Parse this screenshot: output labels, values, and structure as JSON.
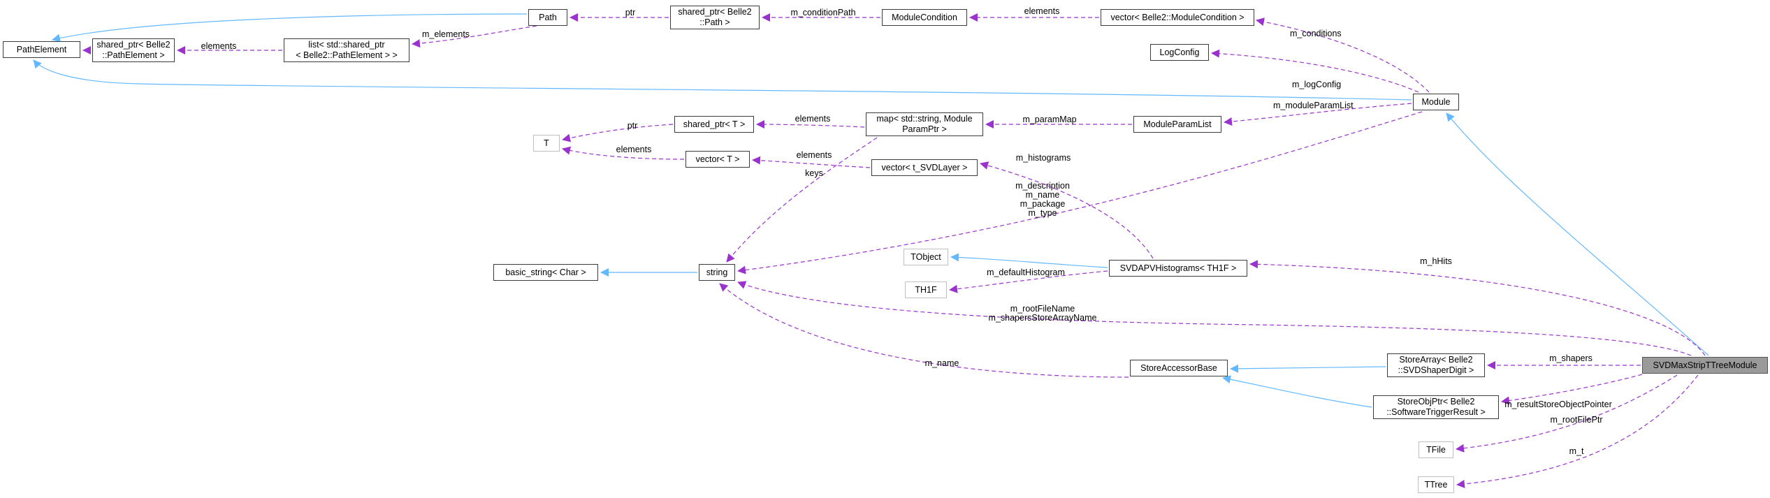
{
  "nodes": [
    {
      "id": "PathElement",
      "lines": [
        "PathElement"
      ]
    },
    {
      "id": "SharedPtrPathElement",
      "lines": [
        "shared_ptr< Belle2",
        "::PathElement >"
      ]
    },
    {
      "id": "ListSharedPtr",
      "lines": [
        "list< std::shared_ptr",
        "< Belle2::PathElement > >"
      ]
    },
    {
      "id": "Path",
      "lines": [
        "Path"
      ]
    },
    {
      "id": "SharedPtrPath",
      "lines": [
        "shared_ptr< Belle2",
        "::Path >"
      ]
    },
    {
      "id": "ModuleCondition",
      "lines": [
        "ModuleCondition"
      ]
    },
    {
      "id": "VectorModuleCondition",
      "lines": [
        "vector< Belle2::ModuleCondition >"
      ]
    },
    {
      "id": "LogConfig",
      "lines": [
        "LogConfig"
      ]
    },
    {
      "id": "Module",
      "lines": [
        "Module"
      ]
    },
    {
      "id": "T",
      "lines": [
        "T"
      ]
    },
    {
      "id": "SharedPtrT",
      "lines": [
        "shared_ptr< T >"
      ]
    },
    {
      "id": "VectorT",
      "lines": [
        "vector< T >"
      ]
    },
    {
      "id": "MapParam",
      "lines": [
        "map< std::string, Module",
        "ParamPtr >"
      ]
    },
    {
      "id": "ModuleParamList",
      "lines": [
        "ModuleParamList"
      ]
    },
    {
      "id": "VectorSVDLayer",
      "lines": [
        "vector< t_SVDLayer >"
      ]
    },
    {
      "id": "BasicString",
      "lines": [
        "basic_string< Char >"
      ]
    },
    {
      "id": "String",
      "lines": [
        "string"
      ]
    },
    {
      "id": "TObject",
      "lines": [
        "TObject"
      ]
    },
    {
      "id": "SVDAPVHistograms",
      "lines": [
        "SVDAPVHistograms< TH1F >"
      ]
    },
    {
      "id": "TH1F",
      "lines": [
        "TH1F"
      ]
    },
    {
      "id": "StoreAccessorBase",
      "lines": [
        "StoreAccessorBase"
      ]
    },
    {
      "id": "StoreArray",
      "lines": [
        "StoreArray< Belle2",
        "::SVDShaperDigit >"
      ]
    },
    {
      "id": "StoreObjPtr",
      "lines": [
        "StoreObjPtr< Belle2",
        "::SoftwareTriggerResult >"
      ]
    },
    {
      "id": "SVDMaxStrip",
      "lines": [
        "SVDMaxStripTTreeModule"
      ]
    },
    {
      "id": "TFile",
      "lines": [
        "TFile"
      ]
    },
    {
      "id": "TTree",
      "lines": [
        "TTree"
      ]
    }
  ],
  "edges": [
    {
      "id": "e1",
      "from": "SharedPtrPathElement",
      "to": "PathElement",
      "kind": "usage",
      "label": [
        "ptr"
      ]
    },
    {
      "id": "e2",
      "from": "ListSharedPtr",
      "to": "SharedPtrPathElement",
      "kind": "usage",
      "label": [
        "elements"
      ]
    },
    {
      "id": "e3",
      "from": "Path",
      "to": "ListSharedPtr",
      "kind": "usage",
      "label": [
        "m_elements"
      ]
    },
    {
      "id": "e4",
      "from": "Path",
      "to": "PathElement",
      "kind": "inheritance",
      "label": []
    },
    {
      "id": "e5",
      "from": "SharedPtrPath",
      "to": "Path",
      "kind": "usage",
      "label": [
        "ptr"
      ]
    },
    {
      "id": "e6",
      "from": "ModuleCondition",
      "to": "SharedPtrPath",
      "kind": "usage",
      "label": [
        "m_conditionPath"
      ]
    },
    {
      "id": "e7",
      "from": "VectorModuleCondition",
      "to": "ModuleCondition",
      "kind": "usage",
      "label": [
        "elements"
      ]
    },
    {
      "id": "e8",
      "from": "Module",
      "to": "VectorModuleCondition",
      "kind": "usage",
      "label": [
        "m_conditions"
      ]
    },
    {
      "id": "e9",
      "from": "Module",
      "to": "LogConfig",
      "kind": "usage",
      "label": [
        "m_logConfig"
      ]
    },
    {
      "id": "e10",
      "from": "Module",
      "to": "PathElement",
      "kind": "inheritance",
      "label": []
    },
    {
      "id": "e11",
      "from": "Module",
      "to": "ModuleParamList",
      "kind": "usage",
      "label": [
        "m_moduleParamList"
      ]
    },
    {
      "id": "e12",
      "from": "ModuleParamList",
      "to": "MapParam",
      "kind": "usage",
      "label": [
        "m_paramMap"
      ]
    },
    {
      "id": "e13",
      "from": "MapParam",
      "to": "SharedPtrT",
      "kind": "usage",
      "label": [
        "elements"
      ]
    },
    {
      "id": "e14",
      "from": "SharedPtrT",
      "to": "T",
      "kind": "usage",
      "label": [
        "ptr"
      ]
    },
    {
      "id": "e15",
      "from": "VectorT",
      "to": "T",
      "kind": "usage",
      "label": [
        "elements"
      ]
    },
    {
      "id": "e16",
      "from": "VectorSVDLayer",
      "to": "VectorT",
      "kind": "usage",
      "label": [
        "elements"
      ]
    },
    {
      "id": "e17",
      "from": "MapParam",
      "to": "String",
      "kind": "usage",
      "label": [
        "keys"
      ]
    },
    {
      "id": "e18",
      "from": "Module",
      "to": "String",
      "kind": "usage",
      "label": [
        "m_description",
        "m_name",
        "m_package",
        "m_type"
      ]
    },
    {
      "id": "e19",
      "from": "SVDAPVHistograms",
      "to": "VectorSVDLayer",
      "kind": "usage",
      "label": [
        "m_histograms"
      ]
    },
    {
      "id": "e20",
      "from": "String",
      "to": "BasicString",
      "kind": "inheritance",
      "label": []
    },
    {
      "id": "e21",
      "from": "SVDAPVHistograms",
      "to": "TObject",
      "kind": "inheritance",
      "label": []
    },
    {
      "id": "e22",
      "from": "SVDAPVHistograms",
      "to": "TH1F",
      "kind": "usage",
      "label": [
        "m_defaultHistogram"
      ]
    },
    {
      "id": "e23",
      "from": "SVDMaxStrip",
      "to": "SVDAPVHistograms",
      "kind": "usage",
      "label": [
        "m_hHits"
      ]
    },
    {
      "id": "e24",
      "from": "SVDMaxStrip",
      "to": "String",
      "kind": "usage",
      "label": [
        "m_rootFileName",
        "m_shapersStoreArrayName"
      ]
    },
    {
      "id": "e25",
      "from": "StoreAccessorBase",
      "to": "String",
      "kind": "usage",
      "label": [
        "m_name"
      ]
    },
    {
      "id": "e26",
      "from": "StoreArray",
      "to": "StoreAccessorBase",
      "kind": "inheritance",
      "label": []
    },
    {
      "id": "e27",
      "from": "StoreObjPtr",
      "to": "StoreAccessorBase",
      "kind": "inheritance",
      "label": []
    },
    {
      "id": "e28",
      "from": "SVDMaxStrip",
      "to": "StoreArray",
      "kind": "usage",
      "label": [
        "m_shapers"
      ]
    },
    {
      "id": "e29",
      "from": "SVDMaxStrip",
      "to": "StoreObjPtr",
      "kind": "usage",
      "label": [
        "m_resultStoreObjectPointer"
      ]
    },
    {
      "id": "e30",
      "from": "SVDMaxStrip",
      "to": "Module",
      "kind": "inheritance",
      "label": []
    },
    {
      "id": "e31",
      "from": "SVDMaxStrip",
      "to": "TFile",
      "kind": "usage",
      "label": [
        "m_rootFilePtr"
      ]
    },
    {
      "id": "e32",
      "from": "SVDMaxStrip",
      "to": "TTree",
      "kind": "usage",
      "label": [
        "m_t"
      ]
    }
  ],
  "colors": {
    "inheritance": "#63b8ff",
    "usage": "#9a32cd",
    "border": "#3a3a3a",
    "ghost_border": "#bfbfbf",
    "focus_fill": "#9a9a9a"
  }
}
